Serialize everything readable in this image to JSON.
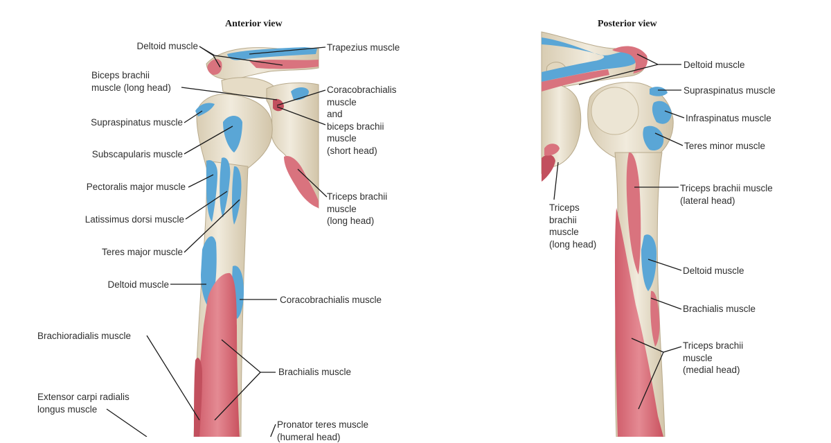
{
  "anterior": {
    "title": "Anterior view",
    "labels": [
      {
        "id": "deltoid-top",
        "lines": [
          "Deltoid muscle"
        ]
      },
      {
        "id": "trapezius",
        "lines": [
          "Trapezius muscle"
        ]
      },
      {
        "id": "biceps-long",
        "lines": [
          "Biceps brachii",
          "muscle (long head)"
        ]
      },
      {
        "id": "coraco-biceps",
        "lines": [
          "Coracobrachialis",
          "muscle",
          "and",
          "biceps brachii",
          "muscle",
          "(short head)"
        ]
      },
      {
        "id": "supraspinatus",
        "lines": [
          "Supraspinatus muscle"
        ]
      },
      {
        "id": "subscapularis",
        "lines": [
          "Subscapularis muscle"
        ]
      },
      {
        "id": "triceps-long",
        "lines": [
          "Triceps brachii",
          "muscle",
          "(long head)"
        ]
      },
      {
        "id": "pectoralis",
        "lines": [
          "Pectoralis major muscle"
        ]
      },
      {
        "id": "latissimus",
        "lines": [
          "Latissimus dorsi muscle"
        ]
      },
      {
        "id": "teres-major",
        "lines": [
          "Teres major muscle"
        ]
      },
      {
        "id": "deltoid-mid",
        "lines": [
          "Deltoid muscle"
        ]
      },
      {
        "id": "coracobrachialis",
        "lines": [
          "Coracobrachialis muscle"
        ]
      },
      {
        "id": "brachioradialis",
        "lines": [
          "Brachioradialis muscle"
        ]
      },
      {
        "id": "brachialis",
        "lines": [
          "Brachialis muscle"
        ]
      },
      {
        "id": "ecrl",
        "lines": [
          "Extensor carpi radialis",
          "longus muscle"
        ]
      },
      {
        "id": "pronator",
        "lines": [
          "Pronator teres muscle",
          "(humeral head)"
        ]
      }
    ]
  },
  "posterior": {
    "title": "Posterior view",
    "labels": [
      {
        "id": "deltoid-top",
        "lines": [
          "Deltoid muscle"
        ]
      },
      {
        "id": "supraspinatus",
        "lines": [
          "Supraspinatus muscle"
        ]
      },
      {
        "id": "infraspinatus",
        "lines": [
          "Infraspinatus muscle"
        ]
      },
      {
        "id": "teres-minor",
        "lines": [
          "Teres minor muscle"
        ]
      },
      {
        "id": "triceps-lateral",
        "lines": [
          "Triceps brachii muscle",
          "(lateral head)"
        ]
      },
      {
        "id": "triceps-long",
        "lines": [
          "Triceps",
          "brachii",
          "muscle",
          "(long head)"
        ]
      },
      {
        "id": "deltoid-mid",
        "lines": [
          "Deltoid muscle"
        ]
      },
      {
        "id": "brachialis",
        "lines": [
          "Brachialis muscle"
        ]
      },
      {
        "id": "triceps-medial",
        "lines": [
          "Triceps brachii",
          "muscle",
          "(medial head)"
        ]
      }
    ]
  },
  "colors": {
    "bone": "#ede6d6",
    "bone_shadow": "#d4c8ae",
    "bone_outline": "#b8aa8c",
    "origin_red": "#d9737e",
    "origin_red_dark": "#c2505e",
    "insertion_blue": "#5aa6d6",
    "leader_line": "#1a1a1a"
  }
}
